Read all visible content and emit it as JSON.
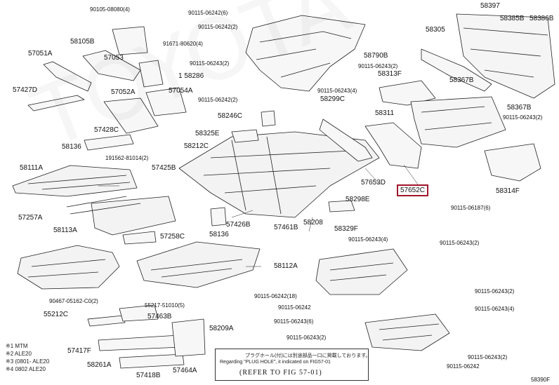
{
  "diagram": {
    "labels": {
      "l58397": "58397",
      "l58385b": "58385B",
      "l58386b": "58386B",
      "l58305": "58305",
      "l90105_top": "90105-08080(4)",
      "l90115_top6": "90115-06242(6)",
      "l90115_top2": "90115-06242(2)",
      "l58105b": "58105B",
      "l91671": "91671-80620(4)",
      "l57051a": "57051A",
      "l57053": "57053",
      "l90115_m2": "90115-06243(2)",
      "l58790b": "58790B",
      "l90115_r2": "90115-06243(2)",
      "l58313f": "58313F",
      "l58286": "1 58286",
      "l57427d": "57427D",
      "l57052a": "57052A",
      "l57054a": "57054A",
      "l90115_c2": "90115-06242(2)",
      "l90115_c4": "90115-06243(4)",
      "l58367b_a": "58367B",
      "l58299c": "58299C",
      "l58367b_b": "58367B",
      "l58311": "58311",
      "l90115_r2b": "90115-06243(2)",
      "l58246c": "58246C",
      "l57428c": "57428C",
      "l58325e": "58325E",
      "l58136_a": "58136",
      "l58212c": "58212C",
      "l191562": "191562-81014(2)",
      "l57425b": "57425B",
      "l58111a": "58111A",
      "l57653d": "57653D",
      "l57652c": "57652C",
      "l58314f": "58314F",
      "l58298e": "58298E",
      "l90115_6187": "90115-06187(6)",
      "l57257a": "57257A",
      "l58113a": "58113A",
      "l57426b": "57426B",
      "l57461b": "57461B",
      "l58208": "58208",
      "l58329f": "58329F",
      "l57258c": "57258C",
      "l58136_b": "58136",
      "l90115_b4": "90115-06243(4)",
      "l90115_b2a": "90115-06243(2)",
      "l58112a": "58112A",
      "l90115_18": "90115-06242(18)",
      "l90115_b2b": "90115-06243(2)",
      "l90467": "90467-05162-C0(2)",
      "l55217": "55217-51010(5)",
      "l90115_plain": "90115-06242",
      "l90115_b4b": "90115-06243(4)",
      "l55212c": "55212C",
      "l57463b": "57463B",
      "l90115_6": "90115-06243(6)",
      "l58209a": "58209A",
      "l90115_b2c": "90115-06243(2)",
      "l57417f": "57417F",
      "l58261a": "58261A",
      "l57418b": "57418B",
      "l57464a": "57464A",
      "l90115_br2": "90115-06243(2)",
      "l90115_br": "90115-06242",
      "figcode": "58390F"
    },
    "legend": [
      "※1 MTM",
      "※2 ALE20",
      "※3 (0801-   ALE20",
      "※4 0802   ALE20"
    ],
    "note": {
      "line1": "プラグホール(付)には別途部品一口に掲載しております。",
      "line2": "Regarding \"PLUG HOLE\", it indicated on FIG57-01",
      "line3": "(REFER TO FIG 57-01)"
    },
    "colors": {
      "highlight": "#a0152a",
      "ink": "#222222"
    }
  }
}
